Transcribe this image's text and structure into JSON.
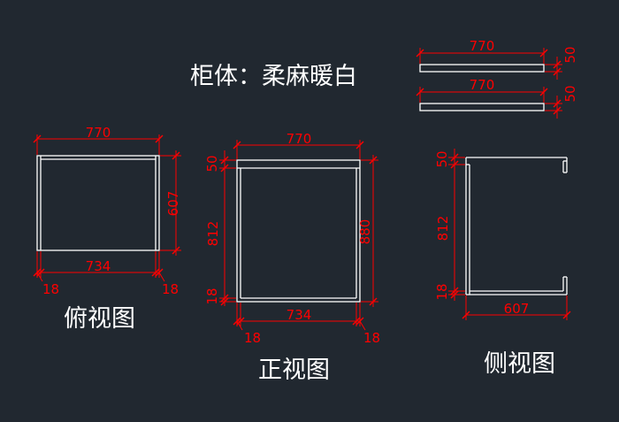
{
  "title": "柜体：柔麻暖白",
  "views": {
    "top": {
      "label": "俯视图",
      "width": "770",
      "depth": "607",
      "inner": "734",
      "side_left": "18",
      "side_right": "18"
    },
    "front": {
      "label": "正视图",
      "width": "770",
      "top": "50",
      "middle": "812",
      "bottom": "18",
      "height": "880",
      "inner": "734",
      "side_left": "18",
      "side_right": "18"
    },
    "side": {
      "label": "侧视图",
      "top": "50",
      "middle": "812",
      "bottom": "18",
      "depth": "607"
    }
  },
  "panels": {
    "panel_1": {
      "length": "770",
      "thickness": "50"
    },
    "panel_2": {
      "length": "770",
      "thickness": "50"
    }
  },
  "colors": {
    "background": "#212830",
    "line": "#ffffff",
    "dimension": "#ff0000"
  }
}
